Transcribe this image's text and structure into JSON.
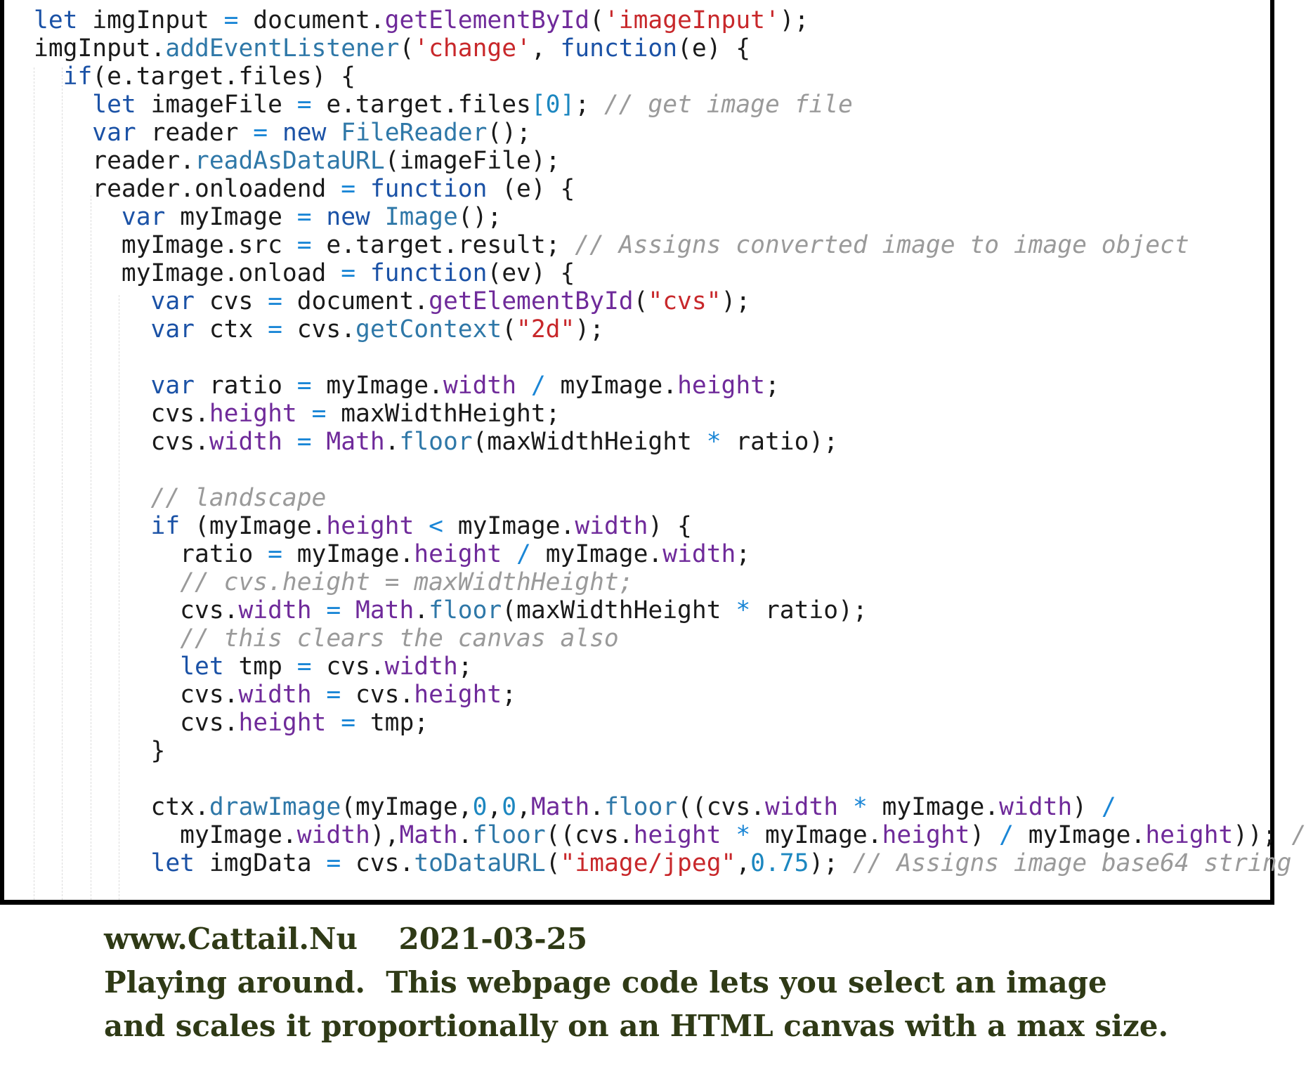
{
  "code_lines": [
    [
      {
        "t": "let",
        "c": "kw"
      },
      {
        "t": " imgInput "
      },
      {
        "t": "=",
        "c": "op"
      },
      {
        "t": " document."
      },
      {
        "t": "getElementById",
        "c": "pr"
      },
      {
        "t": "("
      },
      {
        "t": "'imageInput'",
        "c": "str"
      },
      {
        "t": ");"
      }
    ],
    [
      {
        "t": "imgInput."
      },
      {
        "t": "addEventListener",
        "c": "fn"
      },
      {
        "t": "("
      },
      {
        "t": "'change'",
        "c": "str"
      },
      {
        "t": ", "
      },
      {
        "t": "function",
        "c": "kw"
      },
      {
        "t": "(e) {"
      }
    ],
    [
      {
        "t": "  "
      },
      {
        "t": "if",
        "c": "kw"
      },
      {
        "t": "(e.target.files) {"
      }
    ],
    [
      {
        "t": "    "
      },
      {
        "t": "let",
        "c": "kw"
      },
      {
        "t": " imageFile "
      },
      {
        "t": "=",
        "c": "op"
      },
      {
        "t": " e.target.files"
      },
      {
        "t": "[0]",
        "c": "num"
      },
      {
        "t": "; "
      },
      {
        "t": "// get image file",
        "c": "cm"
      }
    ],
    [
      {
        "t": "    "
      },
      {
        "t": "var",
        "c": "kw"
      },
      {
        "t": " reader "
      },
      {
        "t": "=",
        "c": "op"
      },
      {
        "t": " "
      },
      {
        "t": "new",
        "c": "kw"
      },
      {
        "t": " "
      },
      {
        "t": "FileReader",
        "c": "fn"
      },
      {
        "t": "();"
      }
    ],
    [
      {
        "t": "    reader."
      },
      {
        "t": "readAsDataURL",
        "c": "fn"
      },
      {
        "t": "(imageFile);"
      }
    ],
    [
      {
        "t": "    reader.onloadend "
      },
      {
        "t": "=",
        "c": "op"
      },
      {
        "t": " "
      },
      {
        "t": "function",
        "c": "kw"
      },
      {
        "t": " (e) {"
      }
    ],
    [
      {
        "t": "      "
      },
      {
        "t": "var",
        "c": "kw"
      },
      {
        "t": " myImage "
      },
      {
        "t": "=",
        "c": "op"
      },
      {
        "t": " "
      },
      {
        "t": "new",
        "c": "kw"
      },
      {
        "t": " "
      },
      {
        "t": "Image",
        "c": "fn"
      },
      {
        "t": "();"
      }
    ],
    [
      {
        "t": "      myImage.src "
      },
      {
        "t": "=",
        "c": "op"
      },
      {
        "t": " e.target.result; "
      },
      {
        "t": "// Assigns converted image to image object",
        "c": "cm"
      }
    ],
    [
      {
        "t": "      myImage.onload "
      },
      {
        "t": "=",
        "c": "op"
      },
      {
        "t": " "
      },
      {
        "t": "function",
        "c": "kw"
      },
      {
        "t": "(ev) {"
      }
    ],
    [
      {
        "t": "        "
      },
      {
        "t": "var",
        "c": "kw"
      },
      {
        "t": " cvs "
      },
      {
        "t": "=",
        "c": "op"
      },
      {
        "t": " document."
      },
      {
        "t": "getElementById",
        "c": "pr"
      },
      {
        "t": "("
      },
      {
        "t": "\"cvs\"",
        "c": "str"
      },
      {
        "t": ");"
      }
    ],
    [
      {
        "t": "        "
      },
      {
        "t": "var",
        "c": "kw"
      },
      {
        "t": " ctx "
      },
      {
        "t": "=",
        "c": "op"
      },
      {
        "t": " cvs."
      },
      {
        "t": "getContext",
        "c": "fn"
      },
      {
        "t": "("
      },
      {
        "t": "\"2d\"",
        "c": "str"
      },
      {
        "t": ");"
      }
    ],
    [],
    [
      {
        "t": "        "
      },
      {
        "t": "var",
        "c": "kw"
      },
      {
        "t": " ratio "
      },
      {
        "t": "=",
        "c": "op"
      },
      {
        "t": " myImage."
      },
      {
        "t": "width",
        "c": "pr"
      },
      {
        "t": " "
      },
      {
        "t": "/",
        "c": "op"
      },
      {
        "t": " myImage."
      },
      {
        "t": "height",
        "c": "pr"
      },
      {
        "t": ";"
      }
    ],
    [
      {
        "t": "        cvs."
      },
      {
        "t": "height",
        "c": "pr"
      },
      {
        "t": " "
      },
      {
        "t": "=",
        "c": "op"
      },
      {
        "t": " maxWidthHeight;"
      }
    ],
    [
      {
        "t": "        cvs."
      },
      {
        "t": "width",
        "c": "pr"
      },
      {
        "t": " "
      },
      {
        "t": "=",
        "c": "op"
      },
      {
        "t": " "
      },
      {
        "t": "Math",
        "c": "pr"
      },
      {
        "t": "."
      },
      {
        "t": "floor",
        "c": "fn"
      },
      {
        "t": "(maxWidthHeight "
      },
      {
        "t": "*",
        "c": "op"
      },
      {
        "t": " ratio);"
      }
    ],
    [],
    [
      {
        "t": "        "
      },
      {
        "t": "// landscape",
        "c": "cm"
      }
    ],
    [
      {
        "t": "        "
      },
      {
        "t": "if",
        "c": "kw"
      },
      {
        "t": " (myImage."
      },
      {
        "t": "height",
        "c": "pr"
      },
      {
        "t": " "
      },
      {
        "t": "<",
        "c": "op"
      },
      {
        "t": " myImage."
      },
      {
        "t": "width",
        "c": "pr"
      },
      {
        "t": ") {"
      }
    ],
    [
      {
        "t": "          ratio "
      },
      {
        "t": "=",
        "c": "op"
      },
      {
        "t": " myImage."
      },
      {
        "t": "height",
        "c": "pr"
      },
      {
        "t": " "
      },
      {
        "t": "/",
        "c": "op"
      },
      {
        "t": " myImage."
      },
      {
        "t": "width",
        "c": "pr"
      },
      {
        "t": ";"
      }
    ],
    [
      {
        "t": "          "
      },
      {
        "t": "// cvs.height = maxWidthHeight;",
        "c": "cm"
      }
    ],
    [
      {
        "t": "          cvs."
      },
      {
        "t": "width",
        "c": "pr"
      },
      {
        "t": " "
      },
      {
        "t": "=",
        "c": "op"
      },
      {
        "t": " "
      },
      {
        "t": "Math",
        "c": "pr"
      },
      {
        "t": "."
      },
      {
        "t": "floor",
        "c": "fn"
      },
      {
        "t": "(maxWidthHeight "
      },
      {
        "t": "*",
        "c": "op"
      },
      {
        "t": " ratio);"
      }
    ],
    [
      {
        "t": "          "
      },
      {
        "t": "// this clears the canvas also",
        "c": "cm"
      }
    ],
    [
      {
        "t": "          "
      },
      {
        "t": "let",
        "c": "kw"
      },
      {
        "t": " tmp "
      },
      {
        "t": "=",
        "c": "op"
      },
      {
        "t": " cvs."
      },
      {
        "t": "width",
        "c": "pr"
      },
      {
        "t": ";"
      }
    ],
    [
      {
        "t": "          cvs."
      },
      {
        "t": "width",
        "c": "pr"
      },
      {
        "t": " "
      },
      {
        "t": "=",
        "c": "op"
      },
      {
        "t": " cvs."
      },
      {
        "t": "height",
        "c": "pr"
      },
      {
        "t": ";"
      }
    ],
    [
      {
        "t": "          cvs."
      },
      {
        "t": "height",
        "c": "pr"
      },
      {
        "t": " "
      },
      {
        "t": "=",
        "c": "op"
      },
      {
        "t": " tmp;"
      }
    ],
    [
      {
        "t": "        }"
      }
    ],
    [],
    [
      {
        "t": "        ctx."
      },
      {
        "t": "drawImage",
        "c": "fn"
      },
      {
        "t": "(myImage,"
      },
      {
        "t": "0",
        "c": "num"
      },
      {
        "t": ","
      },
      {
        "t": "0",
        "c": "num"
      },
      {
        "t": ","
      },
      {
        "t": "Math",
        "c": "pr"
      },
      {
        "t": "."
      },
      {
        "t": "floor",
        "c": "fn"
      },
      {
        "t": "((cvs."
      },
      {
        "t": "width",
        "c": "pr"
      },
      {
        "t": " "
      },
      {
        "t": "*",
        "c": "op"
      },
      {
        "t": " myImage."
      },
      {
        "t": "width",
        "c": "pr"
      },
      {
        "t": ") "
      },
      {
        "t": "/",
        "c": "op"
      }
    ],
    [
      {
        "t": "          myImage."
      },
      {
        "t": "width",
        "c": "pr"
      },
      {
        "t": "),"
      },
      {
        "t": "Math",
        "c": "pr"
      },
      {
        "t": "."
      },
      {
        "t": "floor",
        "c": "fn"
      },
      {
        "t": "((cvs."
      },
      {
        "t": "height",
        "c": "pr"
      },
      {
        "t": " "
      },
      {
        "t": "*",
        "c": "op"
      },
      {
        "t": " myImage."
      },
      {
        "t": "height",
        "c": "pr"
      },
      {
        "t": ") "
      },
      {
        "t": "/",
        "c": "op"
      },
      {
        "t": " myImage."
      },
      {
        "t": "height",
        "c": "pr"
      },
      {
        "t": ")); "
      },
      {
        "t": "/",
        "c": "cm"
      }
    ],
    [
      {
        "t": "        "
      },
      {
        "t": "let",
        "c": "kw"
      },
      {
        "t": " imgData "
      },
      {
        "t": "=",
        "c": "op"
      },
      {
        "t": " cvs."
      },
      {
        "t": "toDataURL",
        "c": "fn"
      },
      {
        "t": "("
      },
      {
        "t": "\"image/jpeg\"",
        "c": "str"
      },
      {
        "t": ","
      },
      {
        "t": "0.75",
        "c": "num"
      },
      {
        "t": "); "
      },
      {
        "t": "// Assigns image base64 string",
        "c": "cm"
      }
    ]
  ],
  "caption": {
    "site_and_date": "www.Cattail.Nu    2021-03-25",
    "line1": "Playing around.  This webpage code lets you select an image",
    "line2": "and scales it proportionally on an HTML canvas with a max size."
  }
}
